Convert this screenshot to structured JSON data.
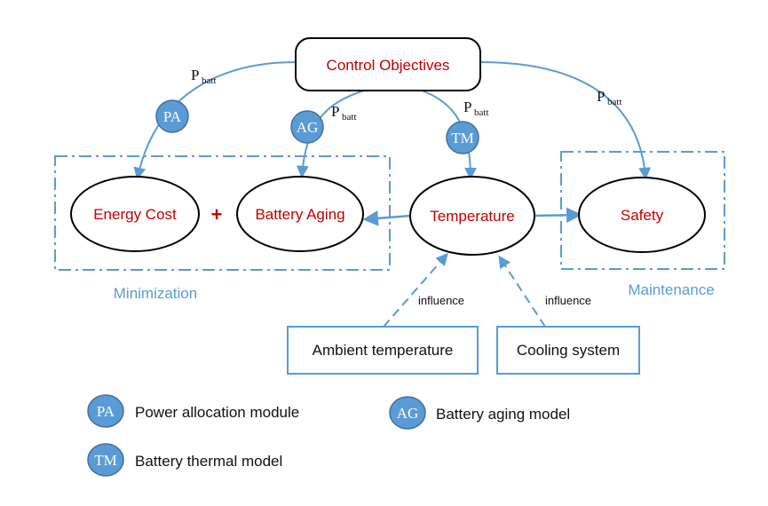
{
  "nodes": {
    "control_objectives": "Control Objectives",
    "energy_cost": "Energy Cost",
    "battery_aging": "Battery Aging",
    "temperature": "Temperature",
    "safety": "Safety",
    "ambient_temperature": "Ambient temperature",
    "cooling_system": "Cooling system"
  },
  "plus_sign": "+",
  "groups": {
    "minimization": "Minimization",
    "maintenance": "Maintenance"
  },
  "edge_labels": {
    "p_main": "P",
    "p_sub": "batt",
    "influence_left": "influence",
    "influence_right": "influence"
  },
  "badges": {
    "pa": "PA",
    "ag": "AG",
    "tm": "TM"
  },
  "legend": {
    "pa": {
      "abbr": "PA",
      "text": "Power allocation module"
    },
    "ag": {
      "abbr": "AG",
      "text": "Battery aging model"
    },
    "tm": {
      "abbr": "TM",
      "text": "Battery thermal model"
    }
  },
  "colors": {
    "arrow_blue": "#5b9bd5",
    "badge_fill": "#5b9bd5",
    "badge_stroke": "#41719c",
    "label_red": "#c00000",
    "group_blue": "#5b9bd5",
    "box_blue": "#5b9bd5",
    "outline_black": "#000000"
  }
}
